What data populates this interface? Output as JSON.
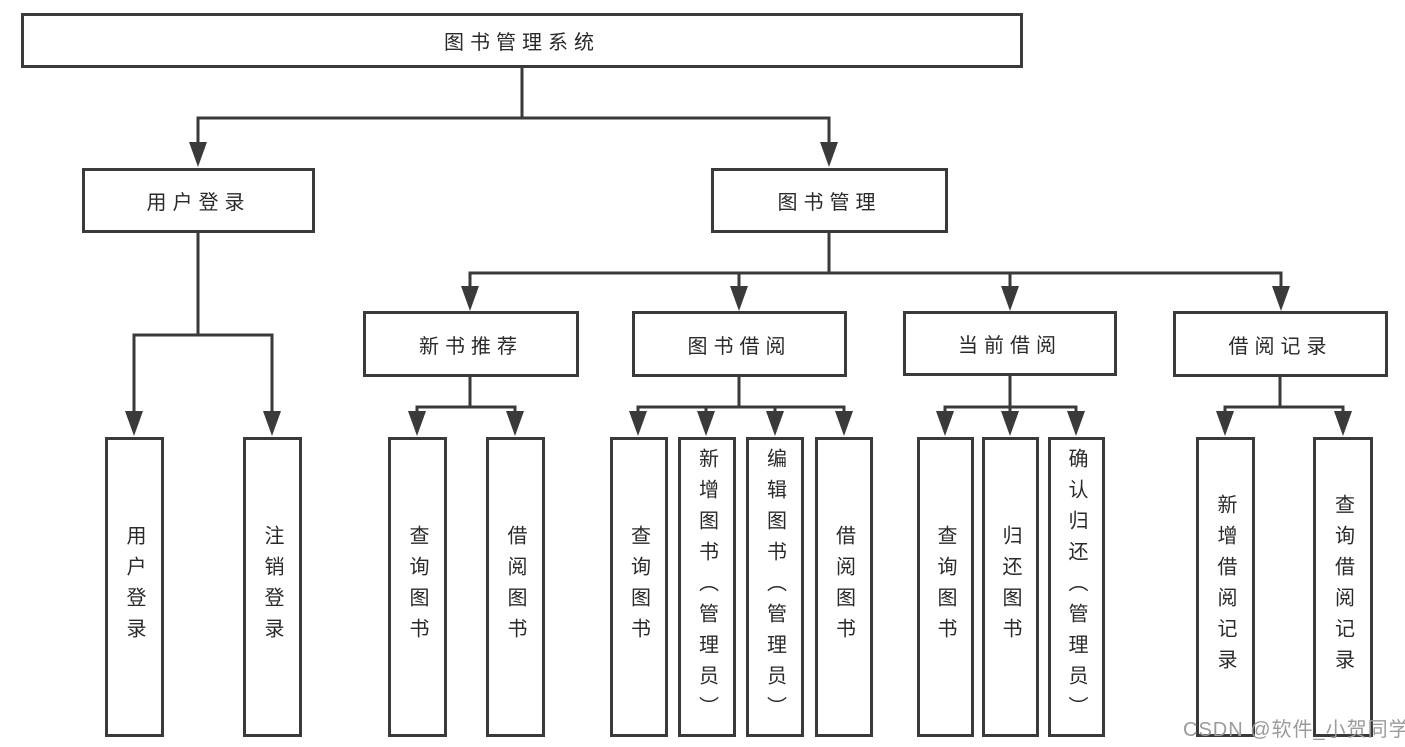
{
  "watermark": "CSDN @软件_小贺同学",
  "colors": {
    "line": "#3a3a3a",
    "text": "#2a2a2a",
    "watermark": "#9b9b9b",
    "background": "#ffffff"
  },
  "nodes": {
    "root": "图书管理系统",
    "level2": {
      "user_login": "用户登录",
      "book_mgmt": "图书管理"
    },
    "level3": {
      "new_book_rec": "新书推荐",
      "book_borrow": "图书借阅",
      "current_borrow": "当前借阅",
      "borrow_records": "借阅记录"
    },
    "leaves": {
      "user_login_leaf": "用户登录",
      "logout": "注销登录",
      "rec_query_books": "查询图书",
      "rec_borrow_books": "借阅图书",
      "bb_query_books": "查询图书",
      "bb_add_books": "新增图书（管理员）",
      "bb_edit_books": "编辑图书（管理员）",
      "bb_borrow_books": "借阅图书",
      "cb_query_books": "查询图书",
      "cb_return_books": "归还图书",
      "cb_confirm_return": "确认归还（管理员）",
      "br_add_record": "新增借阅记录",
      "br_query_record": "查询借阅记录"
    }
  }
}
